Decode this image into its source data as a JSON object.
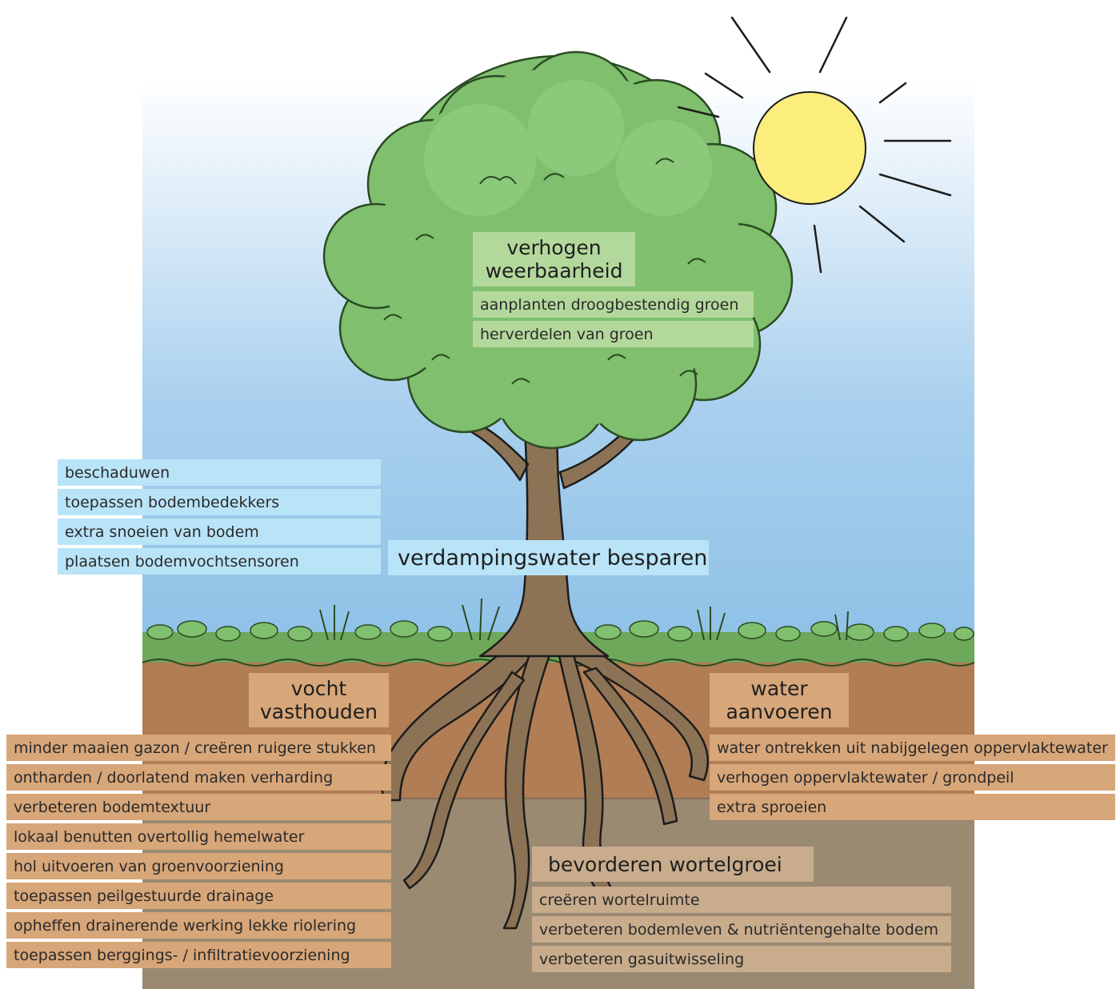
{
  "colors": {
    "sky_top": "#ffffff",
    "sky_bottom": "#8cc0e6",
    "soil_top": "#b07d55",
    "soil_bottom": "#9a8a72",
    "foliage": "#7fbf6e",
    "foliage_dark": "#5f9a52",
    "trunk": "#8c7356",
    "sun": "#fbee7d",
    "green_box": "#b3d89c",
    "green_header": "#b3d89c",
    "blue_box": "#b9e3f7",
    "brown_box": "#d7a679",
    "tan_box": "#c8ac8c"
  },
  "canopy": {
    "title_line1": "verhogen",
    "title_line2": "weerbaarheid",
    "items": [
      "aanplanten droogbestendig groen",
      "herverdelen van groen"
    ]
  },
  "evaporation": {
    "title": "verdampingswater besparen",
    "items": [
      "beschaduwen",
      "toepassen bodembedekkers",
      "extra snoeien van bodem",
      "plaatsen bodemvochtsensoren"
    ]
  },
  "retain": {
    "title_line1": "vocht",
    "title_line2": "vasthouden",
    "items": [
      "minder maaien gazon / creëren ruigere stukken",
      "ontharden / doorlatend maken verharding",
      "verbeteren bodemtextuur",
      "lokaal benutten overtollig hemelwater",
      "hol uitvoeren van groenvoorziening",
      "toepassen peilgestuurde drainage",
      "opheffen drainerende werking lekke riolering",
      "toepassen berggings- / infiltratievoorziening"
    ]
  },
  "supply": {
    "title_line1": "water",
    "title_line2": "aanvoeren",
    "items": [
      "water ontrekken uit nabijgelegen oppervlaktewater",
      "verhogen oppervlaktewater / grondpeil",
      "extra sproeien"
    ]
  },
  "roots": {
    "title": "bevorderen wortelgroei",
    "items": [
      "creëren wortelruimte",
      "verbeteren bodemleven & nutriëntengehalte bodem",
      "verbeteren gasuitwisseling"
    ]
  }
}
